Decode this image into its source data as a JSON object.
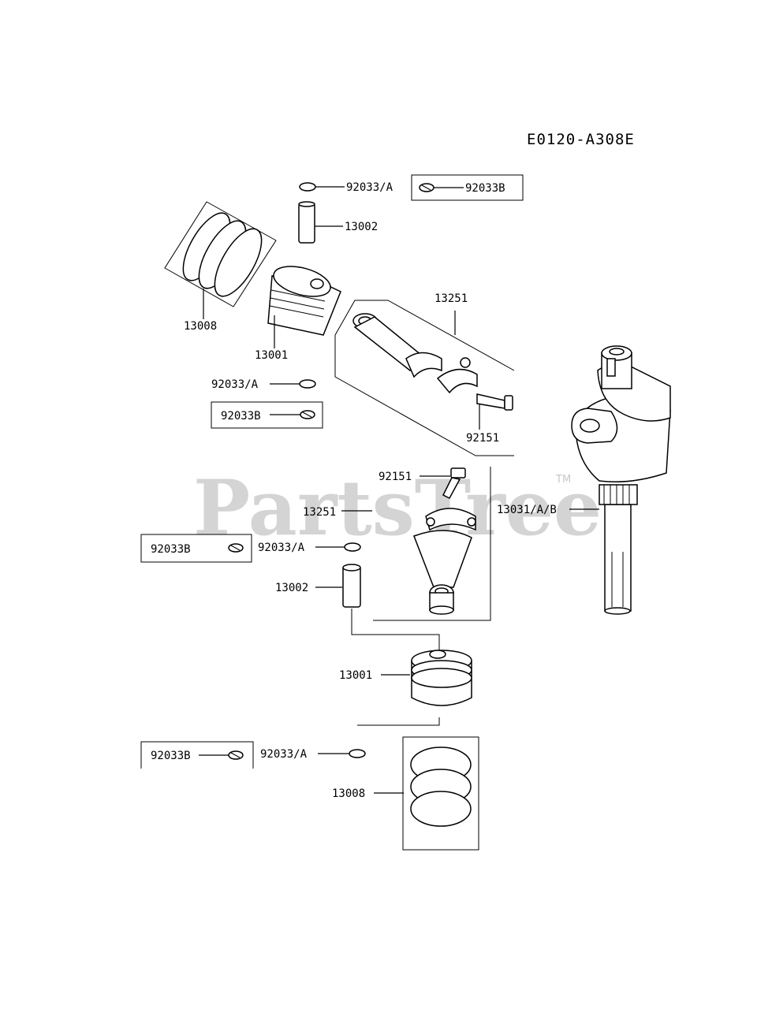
{
  "diagram_code": "E0120-A308E",
  "watermark": {
    "text": "PartsTree",
    "mark": "TM"
  },
  "labels": {
    "circlip_top_a": "92033/A",
    "circlip_top_b": "92033B",
    "pin_top": "13002",
    "rings_top": "13008",
    "piston_top": "13001",
    "rod_top": "13251",
    "circlip_mid_a": "92033/A",
    "circlip_mid_b": "92033B",
    "bolt_top": "92151",
    "bolt_low": "92151",
    "rod_low": "13251",
    "crankshaft": "13031/A/B",
    "circlip_low_b": "92033B",
    "circlip_low_a": "92033/A",
    "pin_low": "13002",
    "piston_low": "13001",
    "circlip_bot_b": "92033B",
    "circlip_bot_a": "92033/A",
    "rings_low": "13008"
  }
}
